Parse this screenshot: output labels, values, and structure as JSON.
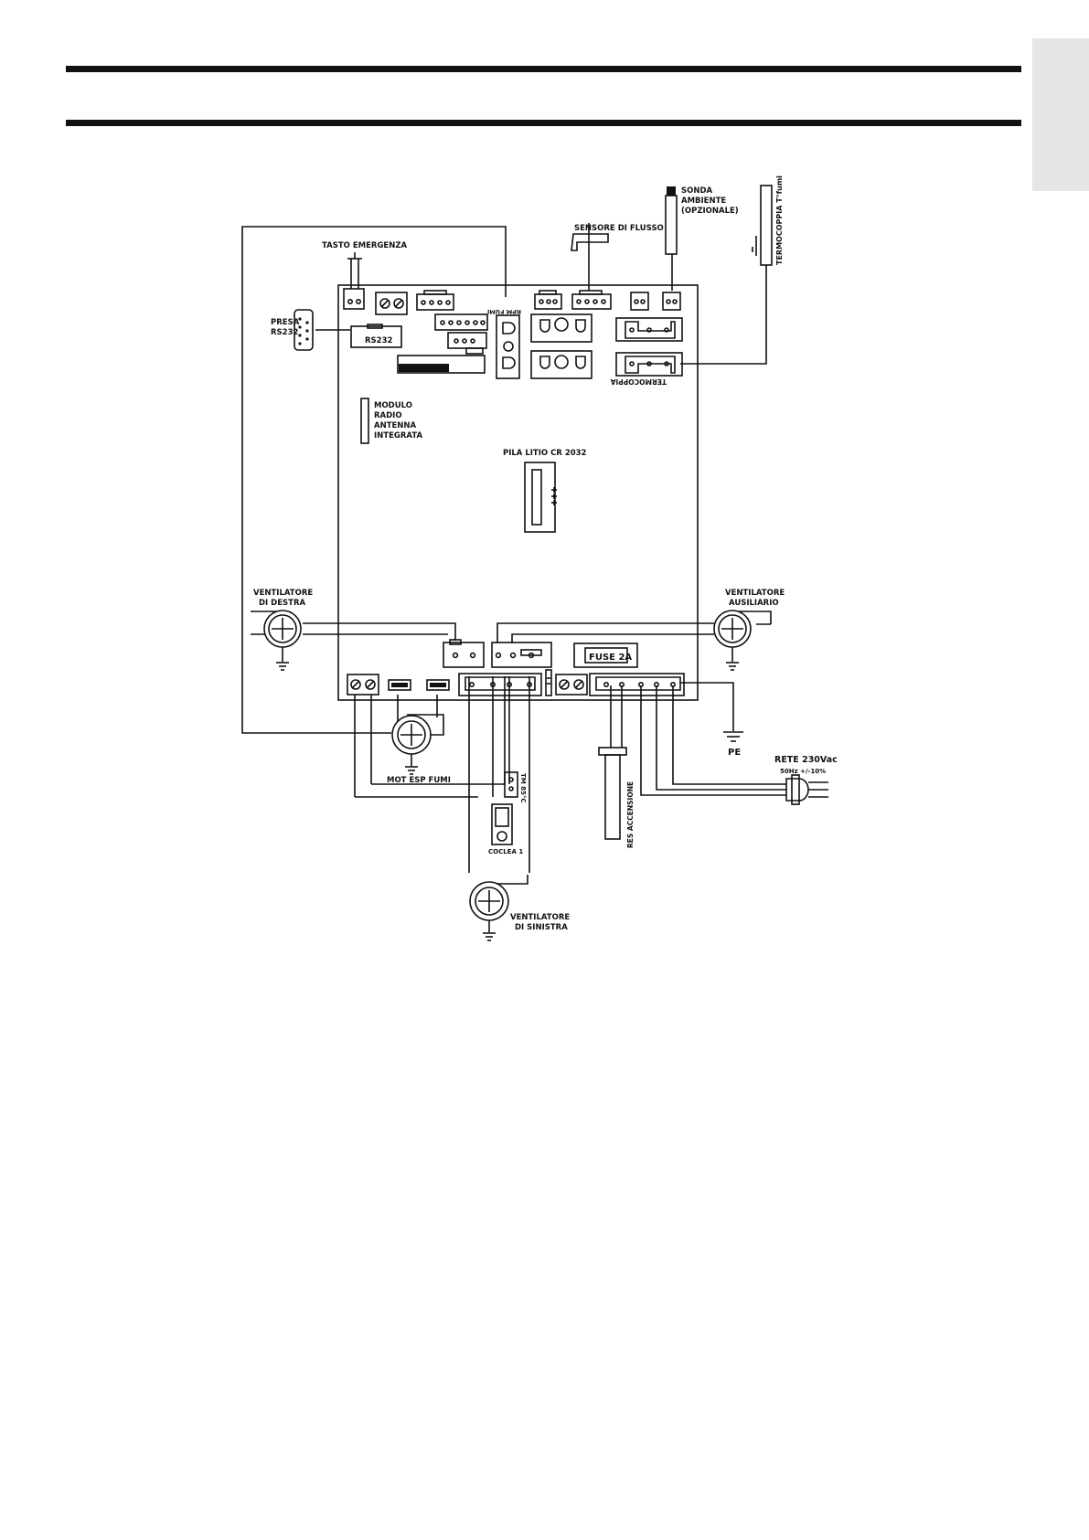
{
  "labels": {
    "tasto_emergenza": "TASTO EMERGENZA",
    "sensore_flusso": "SENSORE DI FLUSSO",
    "sonda_1": "SONDA",
    "sonda_2": "AMBIENTE",
    "sonda_3": "(OPZIONALE)",
    "termocoppia_fumi": "TERMOCOPPIA T°fumi",
    "presa_1": "PRESA",
    "presa_2": "RS232",
    "rs232": "RS232",
    "rpm_fumi": "RPM FUMI",
    "termocoppia": "TERMOCOPPIA",
    "modulo_1": "MODULO",
    "modulo_2": "RADIO",
    "modulo_3": "ANTENNA",
    "modulo_4": "INTEGRATA",
    "pila": "PILA LITIO CR 2032",
    "vent_destra_1": "VENTILATORE",
    "vent_destra_2": "DI DESTRA",
    "vent_aux_1": "VENTILATORE",
    "vent_aux_2": "AUSILIARIO",
    "fuse": "FUSE 2A",
    "pe": "PE",
    "rete_1": "RETE 230Vac",
    "rete_2": "50Hz +/-10%",
    "mot_esp": "MOT ESP FUMI",
    "tm": "TM 85°C",
    "coclea": "COCLEA 1",
    "res_accensione": "RES ACCENSIONE",
    "vent_sinistra_1": "VENTILATORE",
    "vent_sinistra_2": "DI SINISTRA"
  },
  "colors": {
    "ink": "#111111",
    "tab": "#e6e6e6",
    "paper": "#ffffff"
  }
}
